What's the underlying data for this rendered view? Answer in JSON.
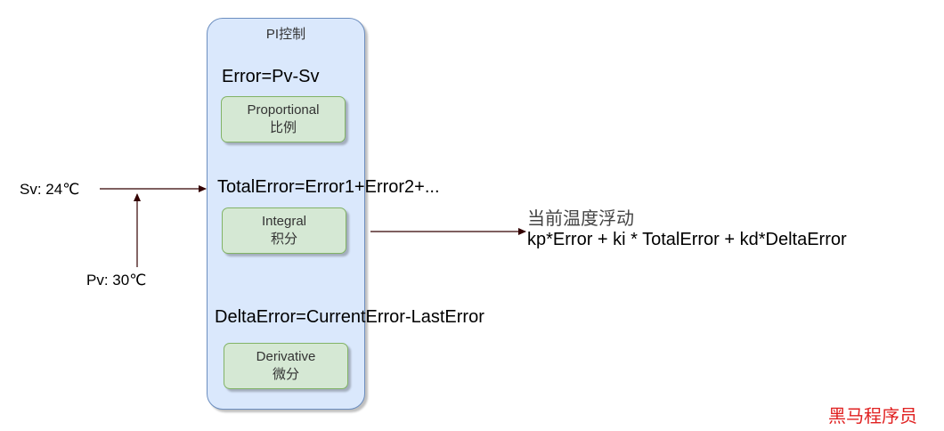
{
  "container": {
    "title": "PI控制"
  },
  "formulas": {
    "error": "Error=Pv-Sv",
    "total_error": "TotalError=Error1+Error2+...",
    "delta_error": "DeltaError=CurrentError-LastError"
  },
  "blocks": [
    {
      "en": "Proportional",
      "zh": "比例"
    },
    {
      "en": "Integral",
      "zh": "积分"
    },
    {
      "en": "Derivative",
      "zh": "微分"
    }
  ],
  "inputs": {
    "sv": "Sv: 24℃",
    "pv": "Pv: 30℃"
  },
  "output": {
    "zh": "当前温度浮动",
    "expr": "kp*Error + ki * TotalError + kd*DeltaError"
  },
  "watermark": "黑马程序员",
  "colors": {
    "container_fill": "#dae8fc",
    "container_stroke": "#6c8ebf",
    "block_fill": "#d5e8d4",
    "block_stroke": "#82b366",
    "arrow": "#330000",
    "watermark": "#e02020"
  }
}
